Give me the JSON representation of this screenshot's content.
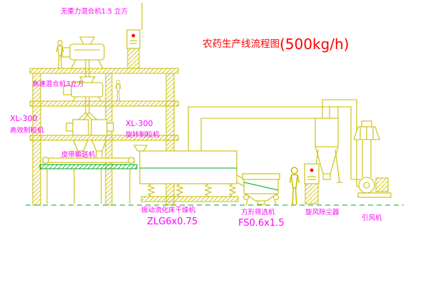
{
  "title": {
    "main": "农药生产线流程图",
    "capacity": "(500kg/h)"
  },
  "labels": {
    "gravity_mixer": "无重力混合机1.5 立方",
    "high_speed_mixer": "高速混合机3立方",
    "granulator_left_model": "XL-300",
    "granulator_left_name": "高效制粒机",
    "granulator_right_model": "XL-300",
    "granulator_right_name": "旋转制粒机",
    "belt_conveyor": "皮带输送机",
    "dryer_name": "振动流化床干燥机",
    "dryer_model": "ZLG6x0.75",
    "sieve_name": "方形筛选机",
    "sieve_model": "FS0.6x1.5",
    "cyclone": "旋风除尘器",
    "fan": "引风机"
  },
  "colors": {
    "line_yellow": "#c9bd00",
    "line_green": "#00a820",
    "label_magenta": "#ff00ff",
    "title_red": "#ff0000",
    "indicator_red": "#ff0000",
    "background": "#ffffff"
  }
}
